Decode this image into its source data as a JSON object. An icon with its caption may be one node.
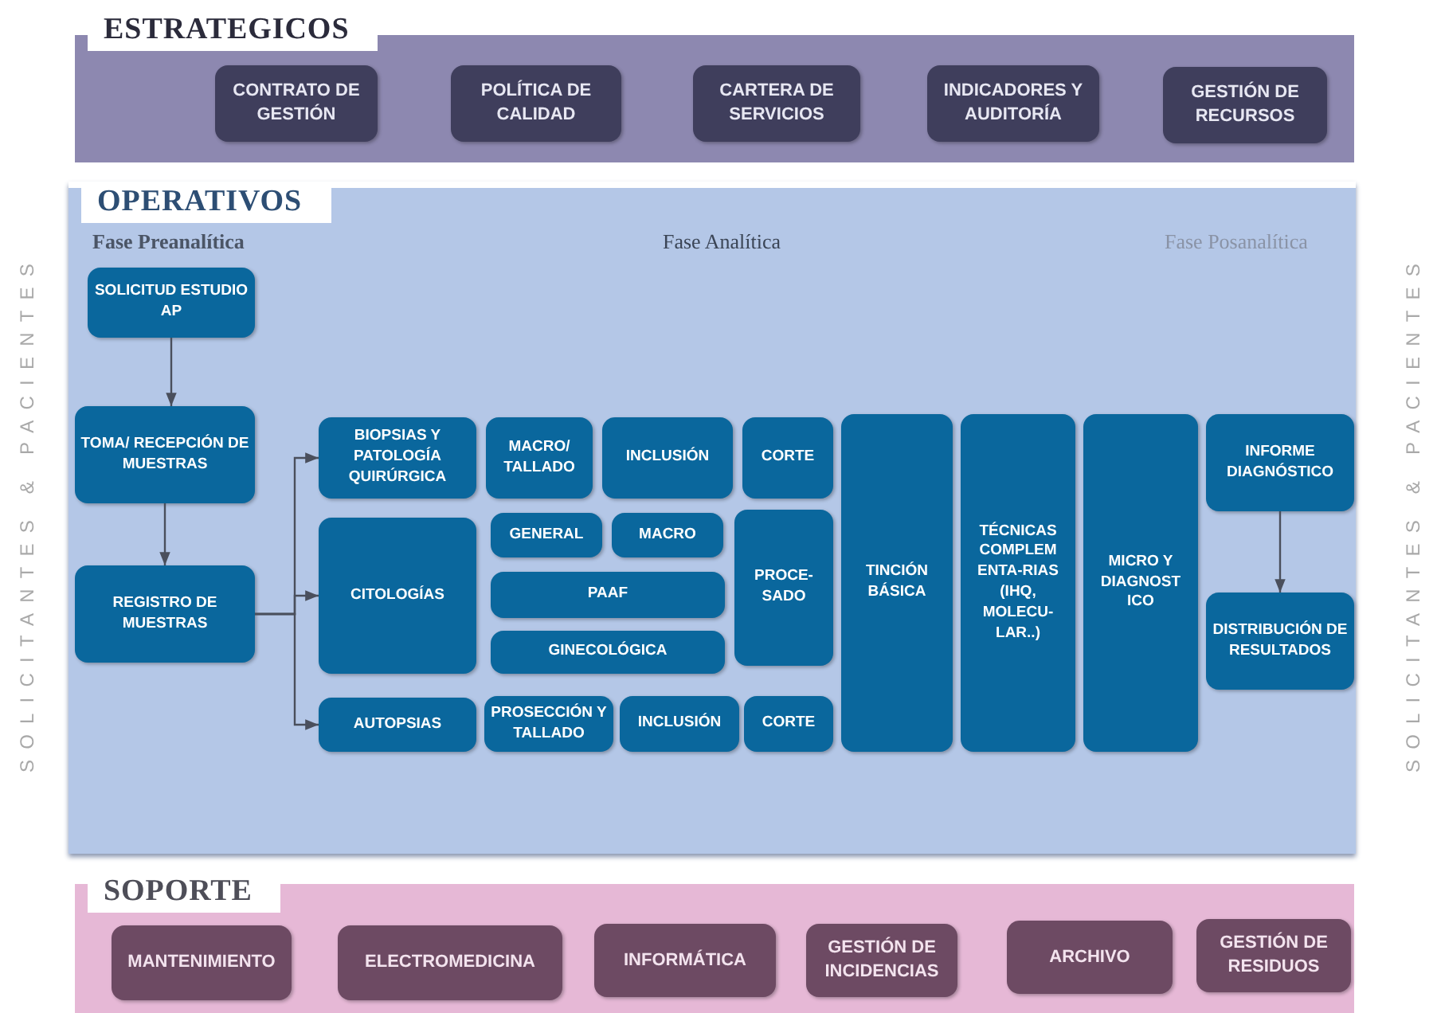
{
  "diagram": {
    "nodes": [
      {
        "text": [
          "ESTRATEGICOS"
        ]
      },
      {
        "text": [
          "CONTRATO DE GESTIÓN"
        ],
        "in": 0
      },
      {
        "text": [
          "POLÍTICA DE CALIDAD"
        ],
        "in": 0
      },
      {
        "text": [
          "CARTERA DE SERVICIOS"
        ],
        "in": 0
      },
      {
        "text": [
          "INDICADORES Y AUDITORÍA"
        ],
        "in": 0
      },
      {
        "text": [
          "GESTIÓN DE RECURSOS"
        ],
        "in": 0
      },
      {
        "text": [
          "OPERATIVOS"
        ]
      },
      {
        "text": [
          "SOLICITUD ESTUDIO AP"
        ],
        "in": 6
      },
      {
        "text": [
          "TOMA/ RECEPCIÓN DE MUESTRAS"
        ],
        "in": 6
      },
      {
        "text": [
          "REGISTRO DE MUESTRAS"
        ],
        "in": 6
      },
      {
        "text": [
          "BIOPSIAS Y PATOLOGÍA QUIRÚRGICA"
        ],
        "in": 6
      },
      {
        "text": [
          "MACRO/ TALLADO"
        ],
        "in": 6
      },
      {
        "text": [
          "INCLUSIÓN"
        ],
        "in": 6
      },
      {
        "text": [
          "CORTE"
        ],
        "in": 6
      },
      {
        "text": [
          "CITOLOGÍAS"
        ],
        "in": 6
      },
      {
        "text": [
          "GENERAL"
        ],
        "in": 6
      },
      {
        "text": [
          "MACRO"
        ],
        "in": 6
      },
      {
        "text": [
          "PAAF"
        ],
        "in": 6
      },
      {
        "text": [
          "GINECOLÓGICA"
        ],
        "in": 6
      },
      {
        "text": [
          "PROCE- SADO"
        ],
        "in": 6
      },
      {
        "text": [
          "AUTOPSIAS"
        ],
        "in": 6
      },
      {
        "text": [
          "PROSECCIÓN Y TALLADO"
        ],
        "in": 6
      },
      {
        "text": [
          "INCLUSIÓN"
        ],
        "in": 6
      },
      {
        "text": [
          "CORTE"
        ],
        "in": 6
      },
      {
        "text": [
          "TINCIÓN BÁSICA"
        ],
        "in": 6
      },
      {
        "text": [
          "TÉCNICAS COMPLEM ENTA-RIAS (IHQ, MOLECU- LAR..)"
        ],
        "in": 6
      },
      {
        "text": [
          "MICRO Y DIAGNOST ICO"
        ],
        "in": 6
      },
      {
        "text": [
          "INFORME DIAGNÓSTICO"
        ],
        "in": 6
      },
      {
        "text": [
          "DISTRIBUCIÓN DE RESULTADOS"
        ],
        "in": 6
      },
      {
        "text": [
          "SOPORTE"
        ]
      },
      {
        "text": [
          "MANTENIMIENTO"
        ],
        "in": 29
      },
      {
        "text": [
          "ELECTROMEDICINA"
        ],
        "in": 29
      },
      {
        "text": [
          "INFORMÁTICA"
        ],
        "in": 29
      },
      {
        "text": [
          "GESTIÓN DE INCIDENCIAS"
        ],
        "in": 29
      },
      {
        "text": [
          "ARCHIVO"
        ],
        "in": 29
      },
      {
        "text": [
          "GESTIÓN DE RESIDUOS"
        ],
        "in": 29
      }
    ],
    "edges": [
      {
        "from": 7,
        "to": 8,
        "arrow": "to"
      },
      {
        "from": 8,
        "to": 9,
        "arrow": "to"
      },
      {
        "from": 9,
        "to": 10,
        "arrow": "to"
      },
      {
        "from": 9,
        "to": 14,
        "arrow": "to"
      },
      {
        "from": 9,
        "to": 20,
        "arrow": "to"
      },
      {
        "from": 27,
        "to": 28,
        "arrow": "to"
      }
    ],
    "labels": [
      "SOLICITANTES & PACIENTES",
      "Fase Preanalítica",
      "Fase Analítica",
      "Fase Posanalítica",
      "SOLICITANTES & PACIENTES"
    ]
  }
}
